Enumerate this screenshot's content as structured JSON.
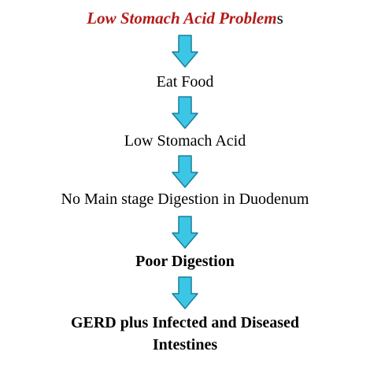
{
  "title": {
    "main": "Low Stomach Acid Problem",
    "suffix": "s"
  },
  "steps": [
    {
      "text": "Eat Food"
    },
    {
      "text": "Low Stomach Acid"
    },
    {
      "text": "No Main stage Digestion in Duodenum"
    },
    {
      "text": "Poor Digestion"
    },
    {
      "text": "GERD plus Infected and Diseased Intestines"
    }
  ],
  "colors": {
    "title": "#b31b1b",
    "arrow_fill": "#3cc6e6",
    "arrow_stroke": "#1a7f9a"
  }
}
